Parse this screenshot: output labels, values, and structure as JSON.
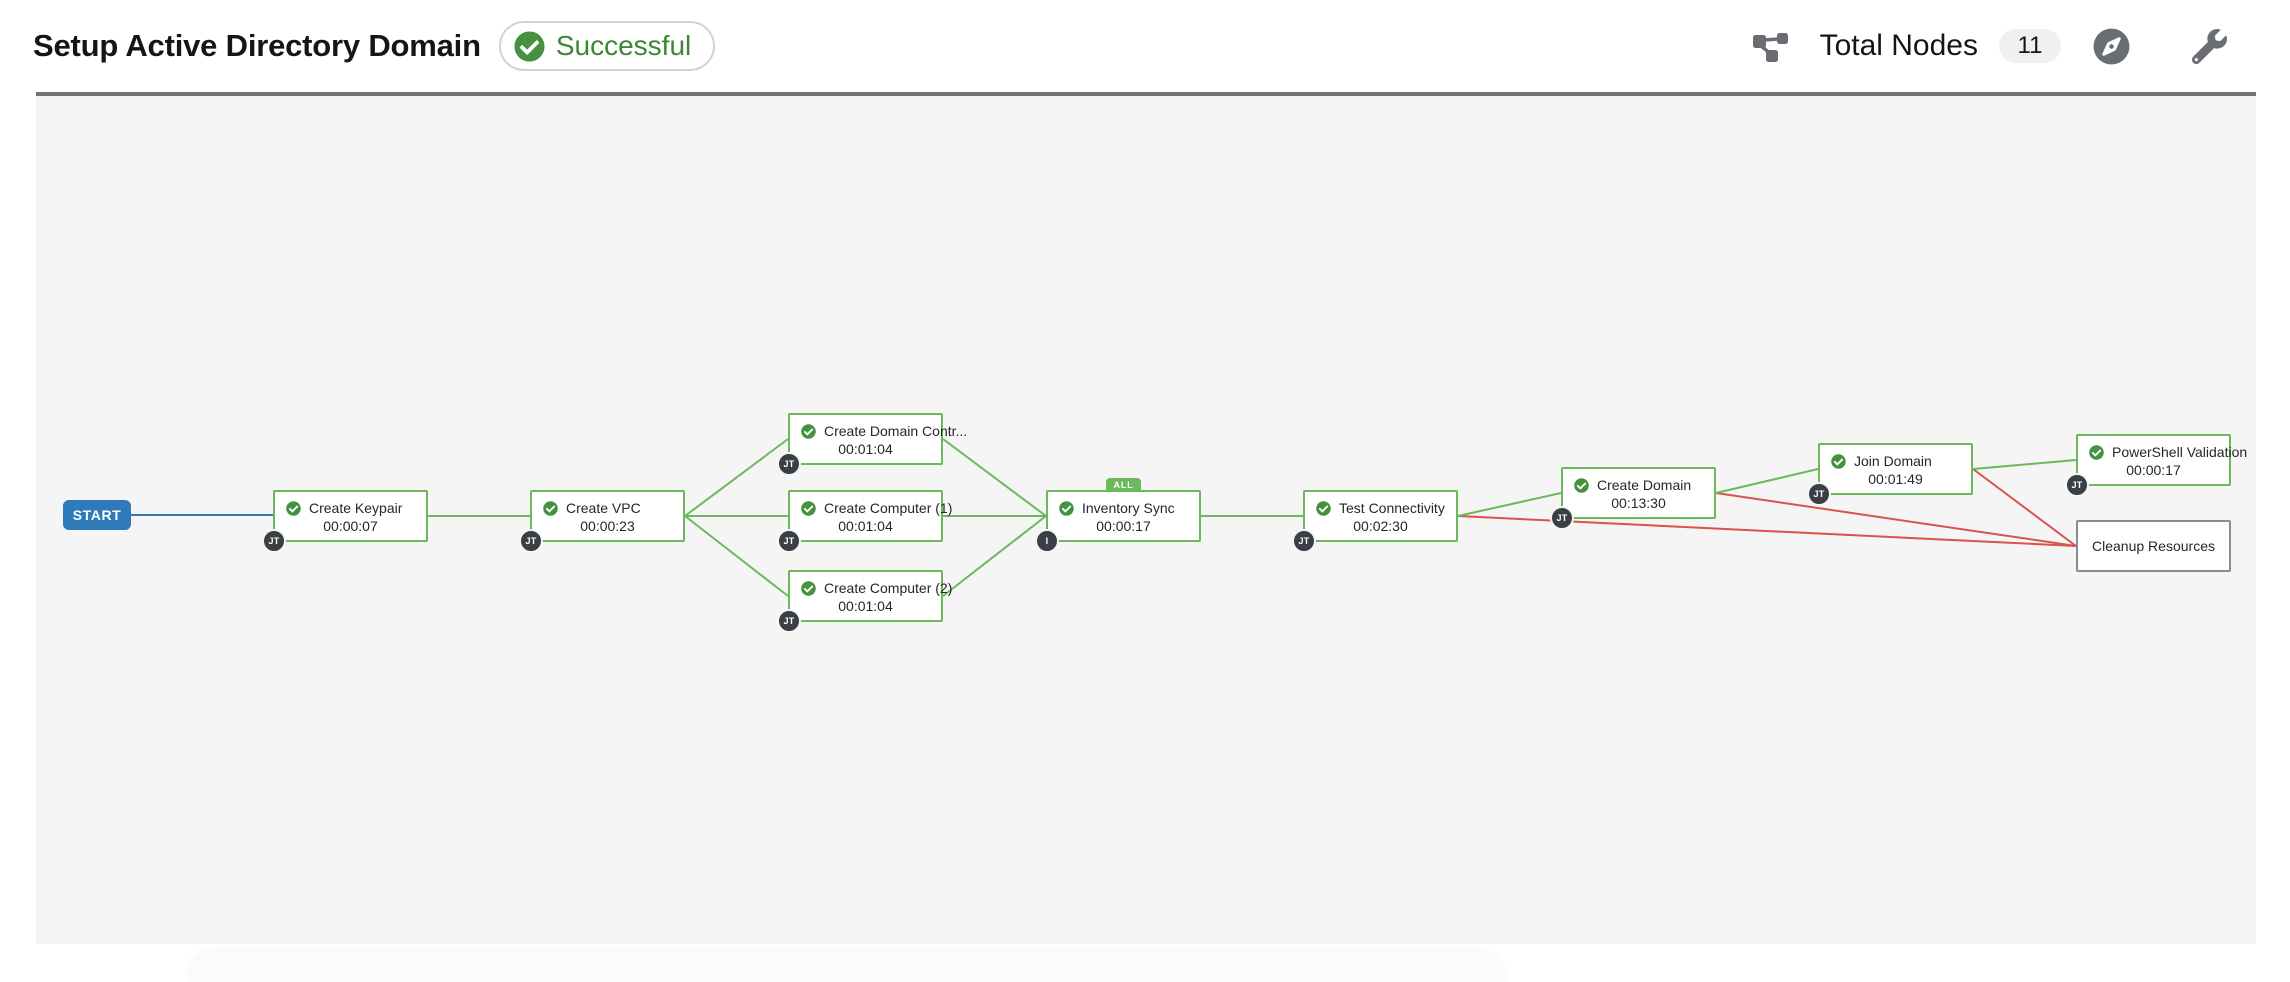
{
  "header": {
    "title": "Setup Active Directory Domain",
    "status_badge": "Successful",
    "total_nodes_label": "Total Nodes",
    "total_nodes_count": "11"
  },
  "icons": {
    "status": "check-circle-icon",
    "total_nodes": "topology-icon",
    "legend": "compass-icon",
    "tools": "wrench-icon",
    "node_success": "check-circle-icon"
  },
  "colors": {
    "success_green_border": "#6CB85C",
    "success_green_text": "#3E8635",
    "success_green_icon": "#459140",
    "error_red": "#D9534F",
    "link_blue": "#337AB7",
    "start_blue": "#2F7AB9",
    "badge_dark": "#393F44",
    "canvas_bg": "#F5F5F5"
  },
  "graph": {
    "start_label": "START",
    "nodes": [
      {
        "label": "Create Keypair",
        "elapsed": "00:00:07",
        "badge": "JT",
        "status": "success"
      },
      {
        "label": "Create VPC",
        "elapsed": "00:00:23",
        "badge": "JT",
        "status": "success"
      },
      {
        "label": "Create Domain Contr...",
        "elapsed": "00:01:04",
        "badge": "JT",
        "status": "success"
      },
      {
        "label": "Create Computer (1)",
        "elapsed": "00:01:04",
        "badge": "JT",
        "status": "success"
      },
      {
        "label": "Create Computer (2)",
        "elapsed": "00:01:04",
        "badge": "JT",
        "status": "success"
      },
      {
        "label": "Inventory Sync",
        "elapsed": "00:00:17",
        "badge": "I",
        "status": "success",
        "type_badge": "ALL"
      },
      {
        "label": "Test Connectivity",
        "elapsed": "00:02:30",
        "badge": "JT",
        "status": "success"
      },
      {
        "label": "Create Domain",
        "elapsed": "00:13:30",
        "badge": "JT",
        "status": "success"
      },
      {
        "label": "Join Domain",
        "elapsed": "00:01:49",
        "badge": "JT",
        "status": "success"
      },
      {
        "label": "PowerShell Validation",
        "elapsed": "00:00:17",
        "badge": "JT",
        "status": "success"
      },
      {
        "label": "Cleanup Resources",
        "status": "pending"
      }
    ]
  }
}
